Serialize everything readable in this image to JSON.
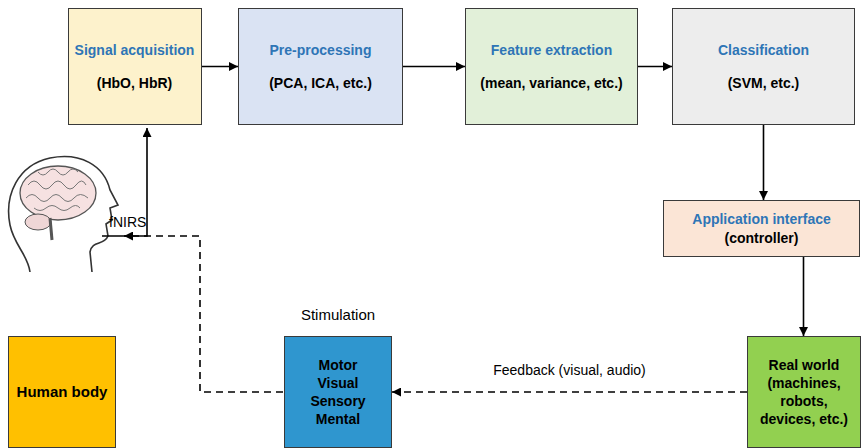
{
  "diagram": {
    "nodes": [
      {
        "text": [
          "Signal acquisition",
          "(HbO, HbR)"
        ]
      },
      {
        "text": [
          "Pre-processing",
          "(PCA, ICA, etc.)"
        ]
      },
      {
        "text": [
          "Feature extraction",
          "(mean, variance, etc.)"
        ]
      },
      {
        "text": [
          "Classification",
          "(SVM, etc.)"
        ]
      },
      {
        "text": [
          "Application interface",
          "(controller)"
        ]
      },
      {
        "text": [
          "Real world (machines, robots, devices, etc.)"
        ]
      },
      {
        "text": [
          "Stimulation",
          "Motor Visual Sensory Mental"
        ]
      },
      {
        "text": [
          "Human body"
        ]
      }
    ],
    "edges": [
      {
        "from": 0,
        "to": 1,
        "arrow": "to"
      },
      {
        "from": 1,
        "to": 2,
        "arrow": "to"
      },
      {
        "from": 2,
        "to": 3,
        "arrow": "to"
      },
      {
        "from": 3,
        "to": 4,
        "arrow": "to"
      },
      {
        "from": 4,
        "to": 5,
        "arrow": "to"
      },
      {
        "from": 5,
        "to": 6,
        "label": "Feedback (visual, audio)",
        "arrow": "to"
      }
    ],
    "labels": [
      "fNIRS"
    ]
  }
}
